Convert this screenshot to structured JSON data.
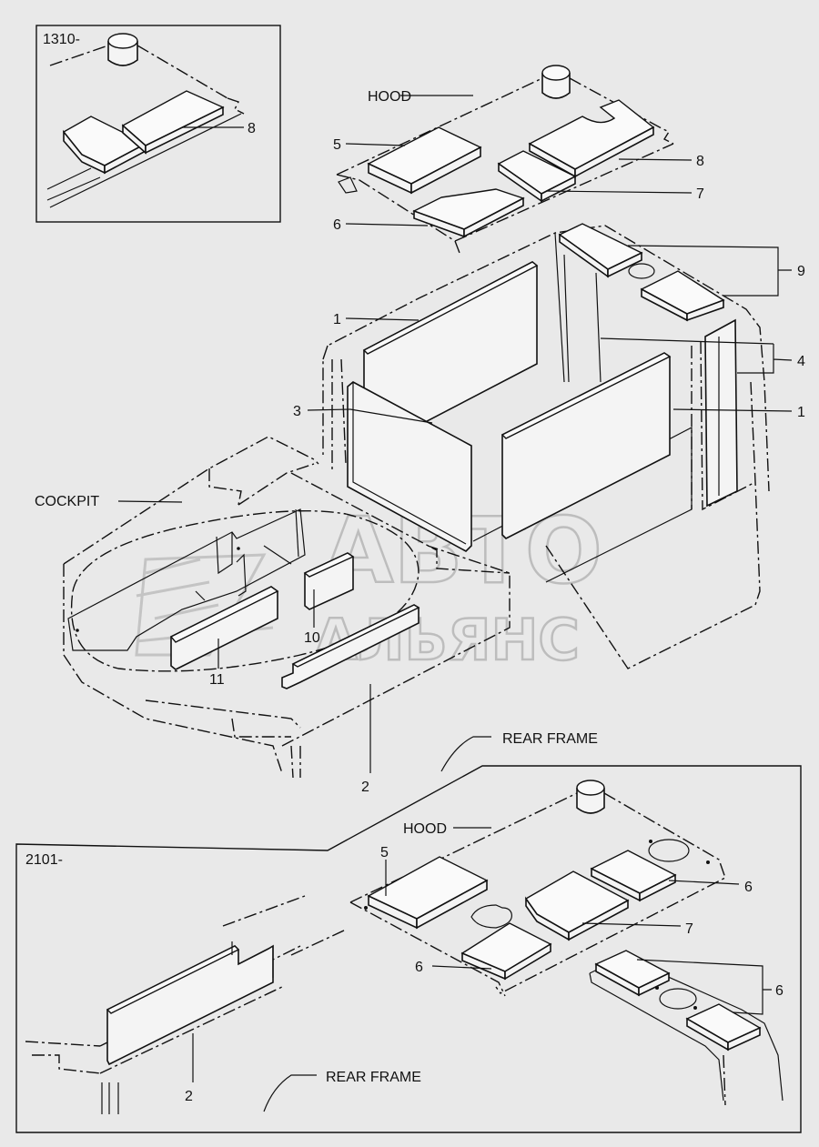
{
  "insets": {
    "top_left_label": "1310-",
    "bottom_label": "2101-"
  },
  "labels": {
    "hood": "HOOD",
    "cockpit": "COCKPIT",
    "rear_frame": "REAR FRAME"
  },
  "part_numbers": {
    "p1": "1",
    "p2": "2",
    "p3": "3",
    "p4": "4",
    "p5": "5",
    "p6": "6",
    "p7": "7",
    "p8": "8",
    "p9": "9",
    "p10": "10",
    "p11": "11"
  },
  "watermark": {
    "line1": "АВТО",
    "line2": "АЛЬЯНС"
  }
}
